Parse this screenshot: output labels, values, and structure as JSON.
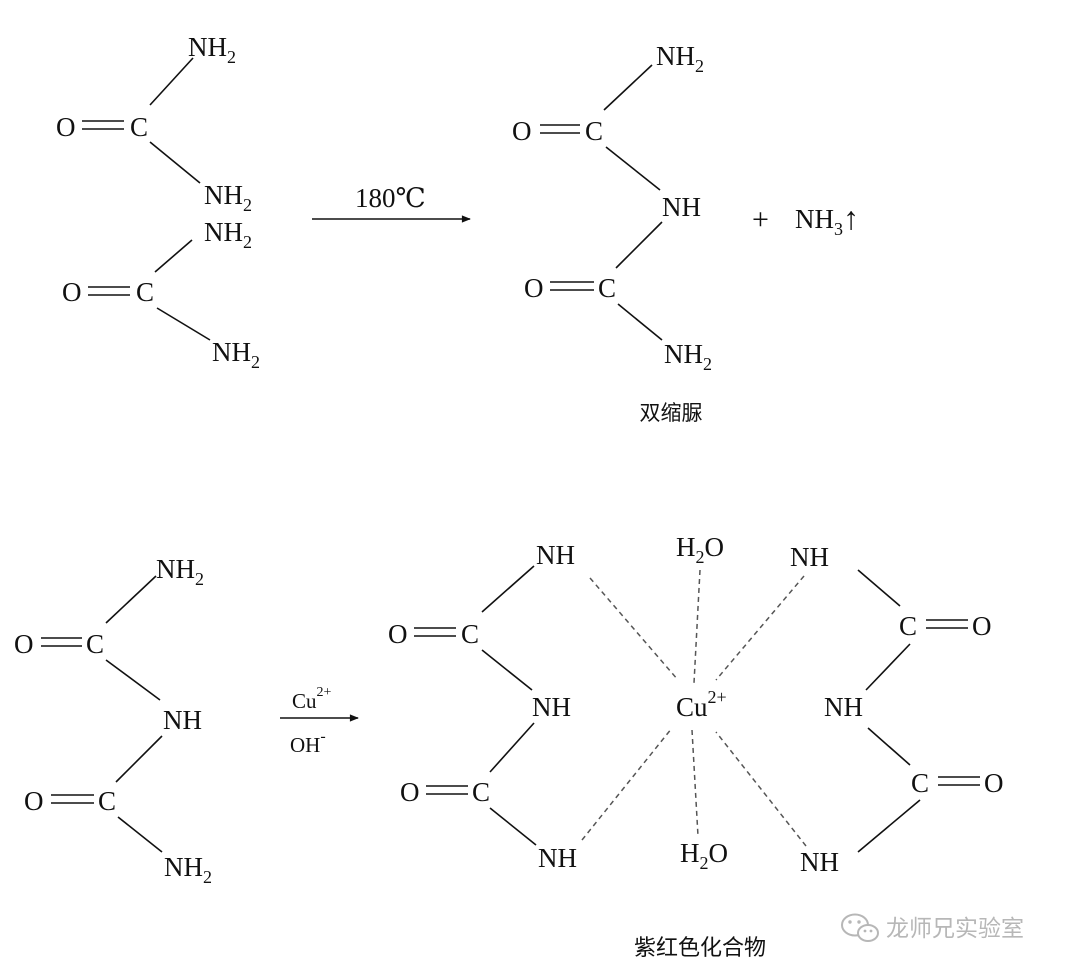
{
  "reaction1": {
    "condition": "180℃",
    "reactant_a": {
      "amine_top": "NH",
      "amine_bottom": "NH",
      "oxygen": "O",
      "carbon": "C",
      "subscript": "2"
    },
    "reactant_b": {
      "amine_top": "NH",
      "amine_bottom": "NH",
      "oxygen": "O",
      "carbon": "C",
      "subscript": "2"
    },
    "product": {
      "amine_top": "NH",
      "bridge": "NH",
      "amine_bottom": "NH",
      "oxygen": "O",
      "carbon": "C",
      "subscript": "2",
      "name": "双缩脲"
    },
    "plus": "+",
    "byproduct": {
      "formula": "NH",
      "subscript": "3",
      "arrow": "↑"
    }
  },
  "reaction2": {
    "reagent": {
      "formula": "Cu",
      "charge": "2+"
    },
    "condition": {
      "formula": "OH",
      "charge": "-"
    },
    "reactant": {
      "amine_top": "NH",
      "bridge": "NH",
      "amine_bottom": "NH",
      "oxygen": "O",
      "carbon": "C",
      "subscript": "2"
    },
    "complex": {
      "center": "Cu",
      "center_charge": "2+",
      "water": "H",
      "water_subscript": "2",
      "water_o": "O",
      "nh": "NH",
      "oxygen": "O",
      "carbon": "C",
      "name": "紫红色化合物"
    }
  },
  "watermark": {
    "text": "龙师兄实验室",
    "icon": "wechat-icon"
  }
}
